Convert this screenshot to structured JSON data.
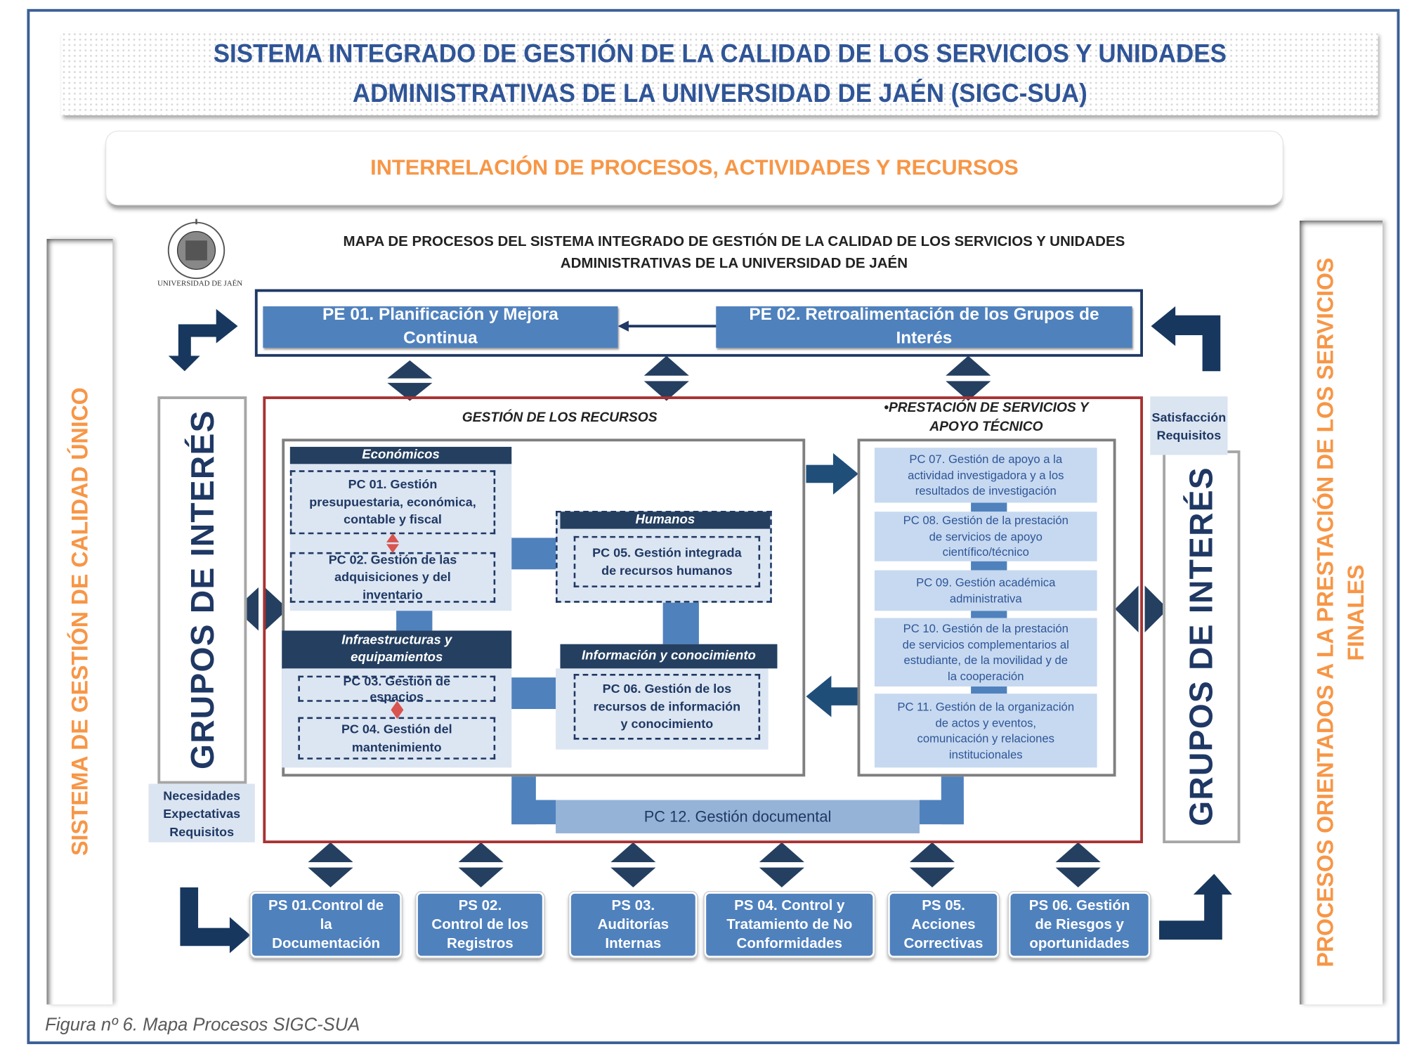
{
  "header": {
    "title_line1": "SISTEMA INTEGRADO DE GESTIÓN DE LA CALIDAD DE LOS SERVICIOS Y UNIDADES",
    "title_line2": "ADMINISTRATIVAS DE LA UNIVERSIDAD DE JAÉN (SIGC-SUA)",
    "subtitle": "INTERRELACIÓN DE PROCESOS, ACTIVIDADES Y RECURSOS"
  },
  "logo": {
    "text": "UNIVERSIDAD DE JAÉN"
  },
  "map_title": "MAPA DE PROCESOS DEL SISTEMA INTEGRADO DE GESTIÓN DE LA CALIDAD  DE  LOS SERVICIOS Y UNIDADES\nADMINISTRATIVAS  DE LA UNIVERSIDAD DE JAÉN",
  "side": {
    "left": "SISTEMA DE GESTIÓN DE CALIDAD ÚNICO",
    "right": "PROCESOS ORIENTADOS A LA PRESTACIÓN DE LOS SERVICIOS\nFINALES"
  },
  "strategic": {
    "pe01": "PE 01. Planificación y Mejora\nContinua",
    "pe02": "PE 02. Retroalimentación de los Grupos de\nInterés"
  },
  "stakeholders": {
    "left_label": "GRUPOS DE INTERÉS",
    "right_label": "GRUPOS DE INTERÉS",
    "inputs": "Necesidades\nExpectativas\nRequisitos",
    "outputs": "Satisfacción\nRequisitos"
  },
  "resources": {
    "title": "GESTIÓN DE LOS RECURSOS",
    "economicos": "Económicos",
    "pc01": "PC 01. Gestión\npresupuestaria, económica,\ncontable y fiscal",
    "pc02": "PC 02. Gestión de las\nadquisiciones y del\ninventario",
    "infra": "Infraestructuras y\nequipamientos",
    "pc03": "PC 03. Gestión de\nespacios",
    "pc04": "PC 04. Gestión del\nmantenimiento",
    "humanos": "Humanos",
    "pc05": "PC 05. Gestión integrada\nde recursos  humanos",
    "info": "Información y conocimiento",
    "pc06": "PC 06. Gestión de los\nrecursos de información\ny conocimiento"
  },
  "services": {
    "title": "•PRESTACIÓN DE SERVICIOS Y\nAPOYO TÉCNICO",
    "items": [
      "PC 07. Gestión de apoyo a la\nactividad investigadora y a los\nresultados de investigación",
      "PC 08. Gestión de la prestación\nde servicios de apoyo\ncientífico/técnico",
      "PC 09. Gestión académica\nadministrativa",
      "PC 10. Gestión de la prestación\nde  servicios complementarios al\nestudiante, de la movilidad  y de\nla cooperación",
      "PC 11. Gestión de la  organización\nde  actos  y eventos,\ncomunicación  y relaciones\ninstitucionales"
    ]
  },
  "pc12": "PC 12. Gestión documental",
  "support": [
    "PS 01.Control de\nla\nDocumentación",
    "PS 02.\nControl de los\nRegistros",
    "PS 03.\nAuditorías\nInternas",
    "PS 04. Control y\nTratamiento de No\nConformidades",
    "PS 05.\nAcciones\nCorrectivas",
    "PS 06. Gestión\nde Riesgos y\noportunidades"
  ],
  "caption": "Figura nº 6. Mapa Procesos SIGC-SUA",
  "colors": {
    "frame": "#3a5f95",
    "orange": "#f79646",
    "navy": "#1f3864",
    "blue": "#4f81bd",
    "red": "#a83232"
  }
}
